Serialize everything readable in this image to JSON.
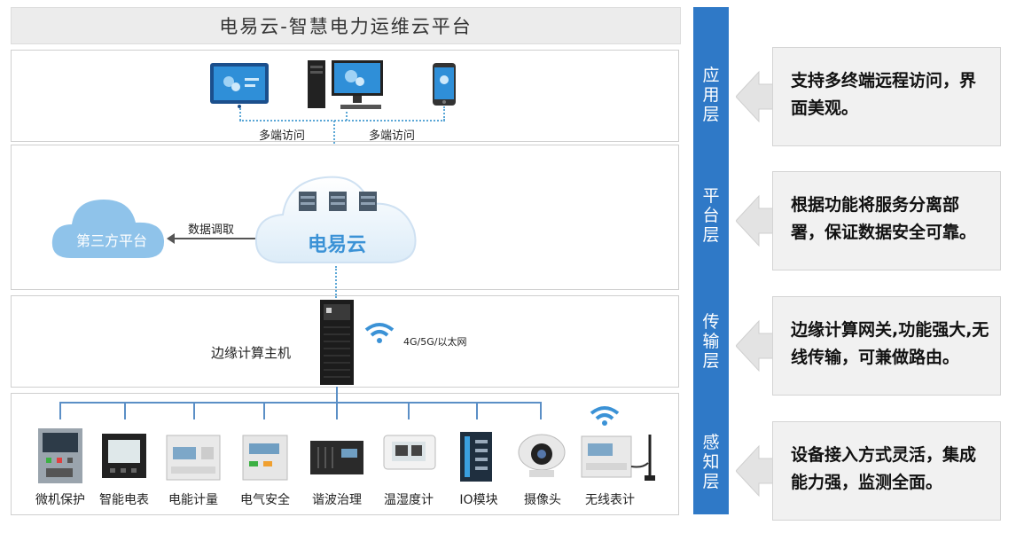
{
  "title": "电易云-智慧电力运维云平台",
  "application": {
    "link_left": "多端访问",
    "link_right": "多端访问"
  },
  "platform": {
    "third_party": "第三方平台",
    "data_call": "数据调取",
    "cloud": "电易云"
  },
  "transport": {
    "edge_host": "边缘计算主机",
    "network": "4G/5G/以太网"
  },
  "devices": [
    "微机保护",
    "智能电表",
    "电能计量",
    "电气安全",
    "谐波治理",
    "温湿度计",
    "IO模块",
    "摄像头",
    "无线表计"
  ],
  "layers": [
    {
      "name": "应\n用\n层",
      "description": "支持多终端远程访问，界面美观。"
    },
    {
      "name": "平\n台\n层",
      "description": "根据功能将服务分离部署，保证数据安全可靠。"
    },
    {
      "name": "传\n输\n层",
      "description": "边缘计算网关,功能强大,无线传输，可兼做路由。"
    },
    {
      "name": "感\n知\n层",
      "description": "设备接入方式灵活，集成能力强，监测全面。"
    }
  ],
  "colors": {
    "accent": "#2f79c7",
    "cloud": "#8fc3ea",
    "line": "#5b8fc6"
  }
}
